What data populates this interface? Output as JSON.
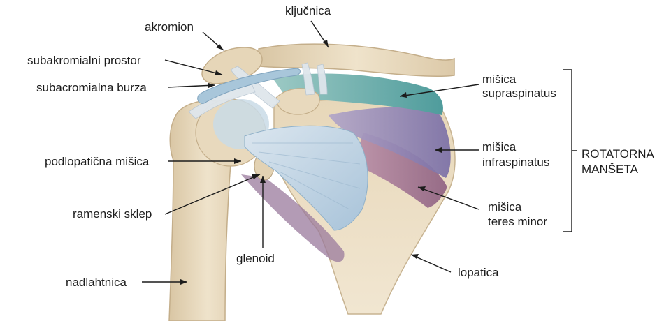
{
  "labels": {
    "akromion": "akromion",
    "kljucnica": "ključnica",
    "subakromialni_prostor": "subakromialni prostor",
    "subacromialna_burza": "subacromialna burza",
    "podlopaticna_misica": "podlopatična mišica",
    "ramenski_sklep": "ramenski sklep",
    "glenoid": "glenoid",
    "nadlahtnica": "nadlahtnica",
    "supraspinatus_line1": "mišica",
    "supraspinatus_line2": "supraspinatus",
    "infraspinatus_line1": "mišica",
    "infraspinatus_line2": "infraspinatus",
    "teres_minor_line1": "mišica",
    "teres_minor_line2": "teres minor",
    "lopatica": "lopatica",
    "rotator_cuff_line1": "ROTATORNA",
    "rotator_cuff_line2": "MANŠETA"
  },
  "colors": {
    "bone": "#ebdcc2",
    "bone_shade": "#d2bf9e",
    "tendon": "#bfd2e0",
    "supraspinatus": "#6fb2b0",
    "infraspinatus": "#8c83b4",
    "teres_minor": "#9d6f8d",
    "burza": "#9fbfd5"
  }
}
